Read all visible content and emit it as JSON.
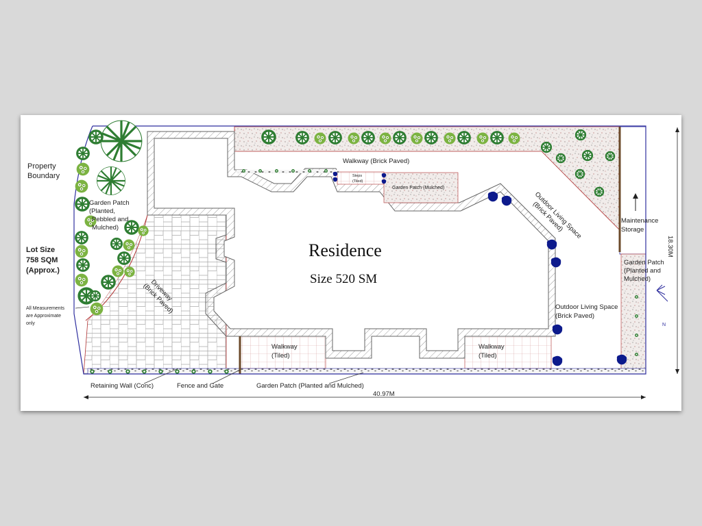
{
  "labels": {
    "property_boundary": [
      "Property",
      "Boundary"
    ],
    "garden_patch_left": [
      "Garden Patch",
      "(Planted,",
      "Pebbled and",
      "Mulched)"
    ],
    "lot_size": [
      "Lot Size",
      "758 SQM",
      "(Approx.)"
    ],
    "measurements_note": [
      "All Measurements",
      "are Approximate",
      "only"
    ],
    "walkway_top": "Walkway (Brick Paved)",
    "steps": [
      "Steps",
      "(Tiled)"
    ],
    "garden_patch_mulched": "Garden Patch (Mulched)",
    "outdoor_living_top": [
      "Outdoor Living Space",
      "(Brick Paved)"
    ],
    "maintenance_storage": [
      "Maintenance",
      "Storage"
    ],
    "garden_patch_right": [
      "Garden Patch",
      "(Planted and",
      "Mulched)"
    ],
    "outdoor_living_right": [
      "Outdoor Living Space",
      "(Brick Paved)"
    ],
    "residence": "Residence",
    "residence_size": "Size 520 SM",
    "driveway": [
      "Driveway",
      "(Brick Paved)"
    ],
    "walkway_tiled_left": [
      "Walkway",
      "(Tiled)"
    ],
    "walkway_tiled_right": [
      "Walkway",
      "(Tiled)"
    ],
    "retaining_wall": "Retaining Wall (Conc)",
    "fence_gate": "Fence and Gate",
    "garden_patch_bottom": "Garden Patch (Planted and Mulched)",
    "width_dim": "40.97M",
    "height_dim": "18.30M",
    "north": "N"
  },
  "colors": {
    "boundary": "#2e2e9e",
    "wall": "#b03030",
    "plant_dark": "#2e7d32",
    "plant_light": "#7cb342",
    "shrub_blue": "#0d1a8c",
    "fence": "#6b4a2a"
  }
}
